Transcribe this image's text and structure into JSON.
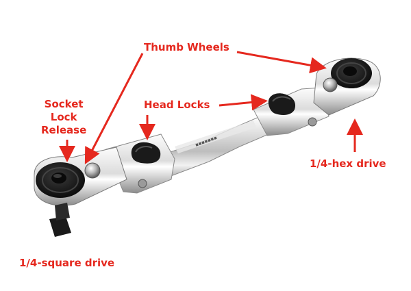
{
  "labels": {
    "thumb_wheels": "Thumb Wheels",
    "socket_lock_release": [
      "Socket",
      "Lock",
      "Release"
    ],
    "head_locks": "Head Locks",
    "hex_drive": "1/4-hex drive",
    "square_drive": "1/4-square drive"
  },
  "colors": {
    "label": "#e5281e",
    "arrow": "#e5281e",
    "chrome_light": "#f4f4f4",
    "chrome_mid": "#c9c9c9",
    "chrome_dark": "#8a8a8a",
    "rubber": "#1a1a1a"
  }
}
